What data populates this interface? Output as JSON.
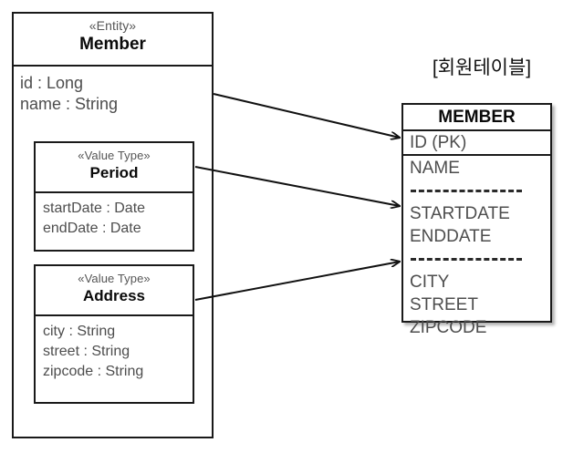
{
  "diagram": {
    "title_right": "[회원테이블]",
    "entity": {
      "stereotype": "«Entity»",
      "name": "Member",
      "attributes": [
        "id : Long",
        "name : String"
      ]
    },
    "value_types": [
      {
        "stereotype": "«Value Type»",
        "name": "Period",
        "attributes": [
          "startDate : Date",
          "endDate : Date"
        ]
      },
      {
        "stereotype": "«Value Type»",
        "name": "Address",
        "attributes": [
          "city : String",
          "street : String",
          "zipcode : String"
        ]
      }
    ],
    "table": {
      "name": "MEMBER",
      "primary_key": "ID (PK)",
      "groups": [
        {
          "columns": [
            "NAME"
          ]
        },
        {
          "columns": [
            "STARTDATE",
            "ENDDATE"
          ]
        },
        {
          "columns": [
            "CITY",
            "STREET",
            "ZIPCODE"
          ]
        }
      ]
    },
    "mappings": [
      {
        "from": "Member",
        "to": "ID (PK)"
      },
      {
        "from": "Period",
        "to": "STARTDATE"
      },
      {
        "from": "Address",
        "to": "CITY"
      }
    ],
    "colors": {
      "stroke": "#1a1a1a",
      "text": "#4d4d4d",
      "title_text": "#0a0a0a",
      "stereotype_text": "#555555",
      "background": "#ffffff"
    }
  }
}
